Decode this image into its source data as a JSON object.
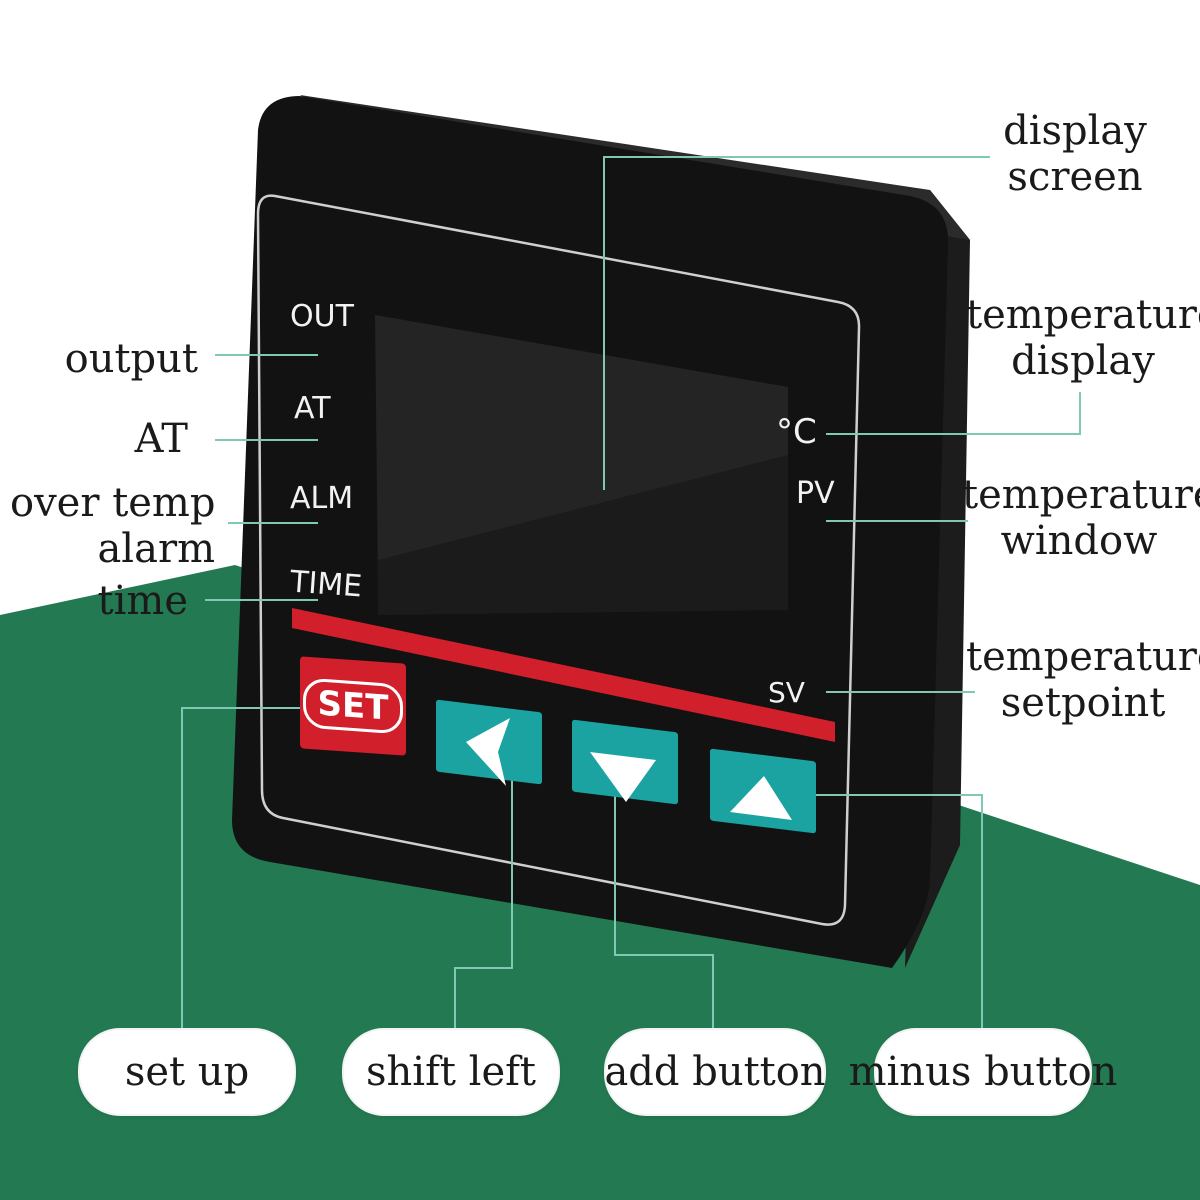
{
  "callouts": {
    "display_screen": [
      "display",
      "screen"
    ],
    "temperature_display": [
      "temperature",
      "display"
    ],
    "temperature_window": [
      "temperature",
      "window"
    ],
    "temperature_setpoint": [
      "temperature",
      "setpoint"
    ],
    "output": "output",
    "at": "AT",
    "over_temp_alarm": [
      "over temp",
      "alarm"
    ],
    "time": "time"
  },
  "panel_labels": {
    "out": "OUT",
    "at": "AT",
    "alm": "ALM",
    "time": "TIME",
    "celsius": "°C",
    "pv": "PV",
    "sv": "SV"
  },
  "keys": {
    "set": "SET"
  },
  "buttons": {
    "set_up": "set up",
    "shift_left": "shift left",
    "add_button": "add button",
    "minus_button": "minus button"
  },
  "colors": {
    "background_green": "#237a52",
    "device_body": "#121212",
    "set_key": "#d21f2c",
    "arrow_key": "#1aa3a0",
    "red_bar": "#d21f2c",
    "leader_line": "#7fc9b4"
  }
}
